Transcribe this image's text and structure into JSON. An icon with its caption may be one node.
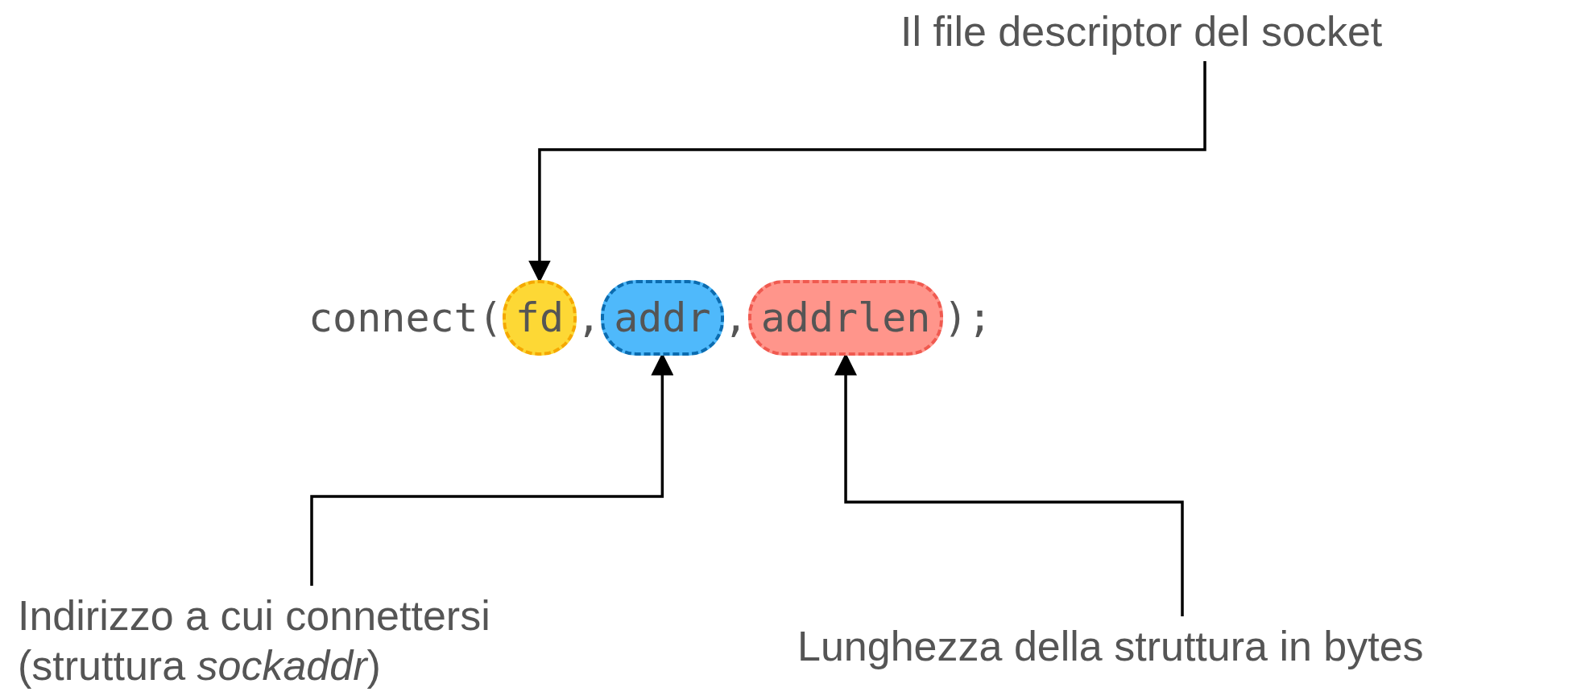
{
  "diagram": {
    "nodes": [
      {
        "text": [
          "Il file descriptor del socket"
        ]
      },
      {
        "text": [
          "fd"
        ]
      },
      {
        "text": [
          "addr"
        ]
      },
      {
        "text": [
          "addrlen"
        ]
      },
      {
        "text": [
          "Indirizzo a cui connettersi (struttura *sockaddr*)"
        ]
      },
      {
        "text": [
          "Lunghezza della struttura in bytes"
        ]
      }
    ],
    "edges": [
      {
        "from": 0,
        "to": 1,
        "arrow": "to"
      },
      {
        "from": 4,
        "to": 2,
        "arrow": "to"
      },
      {
        "from": 5,
        "to": 3,
        "arrow": "to"
      }
    ],
    "labels": [
      "connect(",
      ",",
      ",",
      ");"
    ]
  }
}
